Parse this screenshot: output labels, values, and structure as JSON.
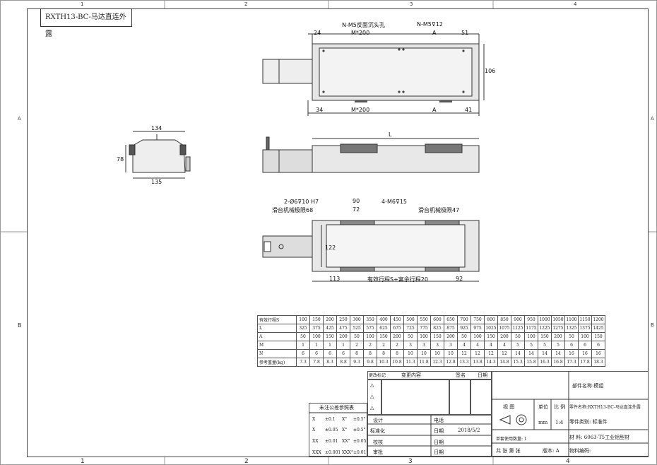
{
  "title_block": {
    "drawing_name": "RXTH13-BC-马达直连外露"
  },
  "zones": {
    "top": [
      "1",
      "2",
      "3",
      "4"
    ],
    "bottom": [
      "1",
      "2",
      "3",
      "4"
    ],
    "left": [
      "A",
      "B"
    ],
    "right": [
      "A",
      "B"
    ]
  },
  "dims": {
    "top_view": {
      "n_m5_rev": "N-M5反面沉头孔",
      "n_m5_12": "N-M5⊽12",
      "d24": "24",
      "m200_top": "M*200",
      "a_top": "A",
      "d51": "51",
      "d106": "106",
      "d34": "34",
      "m200_bottom": "M*200",
      "a_bottom": "A",
      "d41": "41"
    },
    "end_view": {
      "d134": "134",
      "d78": "78",
      "d135": "135"
    },
    "side_view": {
      "L": "L"
    },
    "bottom_view": {
      "hole": "2-Ø6⊽10 H7",
      "d90": "90",
      "d72": "72",
      "m6": "4-M6⊽15",
      "limit_left": "滑台机械极限68",
      "limit_right": "滑台机械极限47",
      "d122": "122",
      "d113": "113",
      "stroke": "有效行程S+富余行程20",
      "d92": "92"
    }
  },
  "spec_table": {
    "rows": [
      {
        "label": "有效行程S",
        "values": [
          "100",
          "150",
          "200",
          "250",
          "300",
          "350",
          "400",
          "450",
          "500",
          "550",
          "600",
          "650",
          "700",
          "750",
          "800",
          "850",
          "900",
          "950",
          "1000",
          "1050",
          "1100",
          "1150",
          "1200"
        ]
      },
      {
        "label": "L",
        "values": [
          "325",
          "375",
          "425",
          "475",
          "525",
          "575",
          "625",
          "675",
          "725",
          "775",
          "825",
          "875",
          "925",
          "975",
          "1025",
          "1075",
          "1125",
          "1175",
          "1225",
          "1275",
          "1325",
          "1375",
          "1425"
        ]
      },
      {
        "label": "A",
        "values": [
          "50",
          "100",
          "150",
          "200",
          "50",
          "100",
          "150",
          "200",
          "50",
          "100",
          "150",
          "200",
          "50",
          "100",
          "150",
          "200",
          "50",
          "100",
          "150",
          "200",
          "50",
          "100",
          "150"
        ]
      },
      {
        "label": "M",
        "values": [
          "1",
          "1",
          "1",
          "1",
          "2",
          "2",
          "2",
          "2",
          "3",
          "3",
          "3",
          "3",
          "4",
          "4",
          "4",
          "4",
          "5",
          "5",
          "5",
          "5",
          "6",
          "6",
          "6"
        ]
      },
      {
        "label": "N",
        "values": [
          "6",
          "6",
          "6",
          "6",
          "8",
          "8",
          "8",
          "8",
          "10",
          "10",
          "10",
          "10",
          "12",
          "12",
          "12",
          "12",
          "14",
          "14",
          "14",
          "14",
          "16",
          "16",
          "16"
        ]
      },
      {
        "label": "参考重量(kg)",
        "values": [
          "7.3",
          "7.8",
          "8.3",
          "8.8",
          "9.3",
          "9.8",
          "10.3",
          "10.8",
          "11.3",
          "11.8",
          "12.3",
          "12.8",
          "13.3",
          "13.8",
          "14.3",
          "14.8",
          "15.3",
          "15.8",
          "16.3",
          "16.8",
          "17.3",
          "17.8",
          "18.3"
        ]
      }
    ]
  },
  "revision": {
    "mark": "更改标记",
    "content": "变更内容",
    "sign": "签名",
    "date": "日期",
    "triangles": [
      "△",
      "△",
      "△"
    ]
  },
  "tolerance": {
    "title": "未注公差参照表",
    "rows": [
      [
        "X",
        "±0.1",
        "X°",
        "±0.5°"
      ],
      [
        "X",
        "±0.05",
        "X°",
        "±0.5°"
      ],
      [
        "XX",
        "±0.01",
        "XX°",
        "±0.05°"
      ],
      [
        "XXX",
        "±0.001",
        "XXX°",
        "±0.01°"
      ]
    ]
  },
  "approval": {
    "design": "设计",
    "standard": "标准化",
    "check": "校核",
    "review": "审批",
    "phone": "电话",
    "date_label": "日期",
    "date_value": "2018/5/2",
    "date2": "日期",
    "date3": "日期"
  },
  "info": {
    "component": "部件名称:模组",
    "part_name": "零件名称:RXTH13-BC-马达直连外露",
    "part_type": "零件类别: 标准件",
    "material": "材    料: 6063-T5工业铝型材",
    "material_no": "物料编码:",
    "view": "视    图",
    "unit": "单位",
    "scale": "比 例",
    "unit_value": "mm",
    "scale_value": "1:4",
    "qty": "单套使用数量: 1",
    "sheets": "共   张  第   张",
    "version": "版本: A"
  }
}
